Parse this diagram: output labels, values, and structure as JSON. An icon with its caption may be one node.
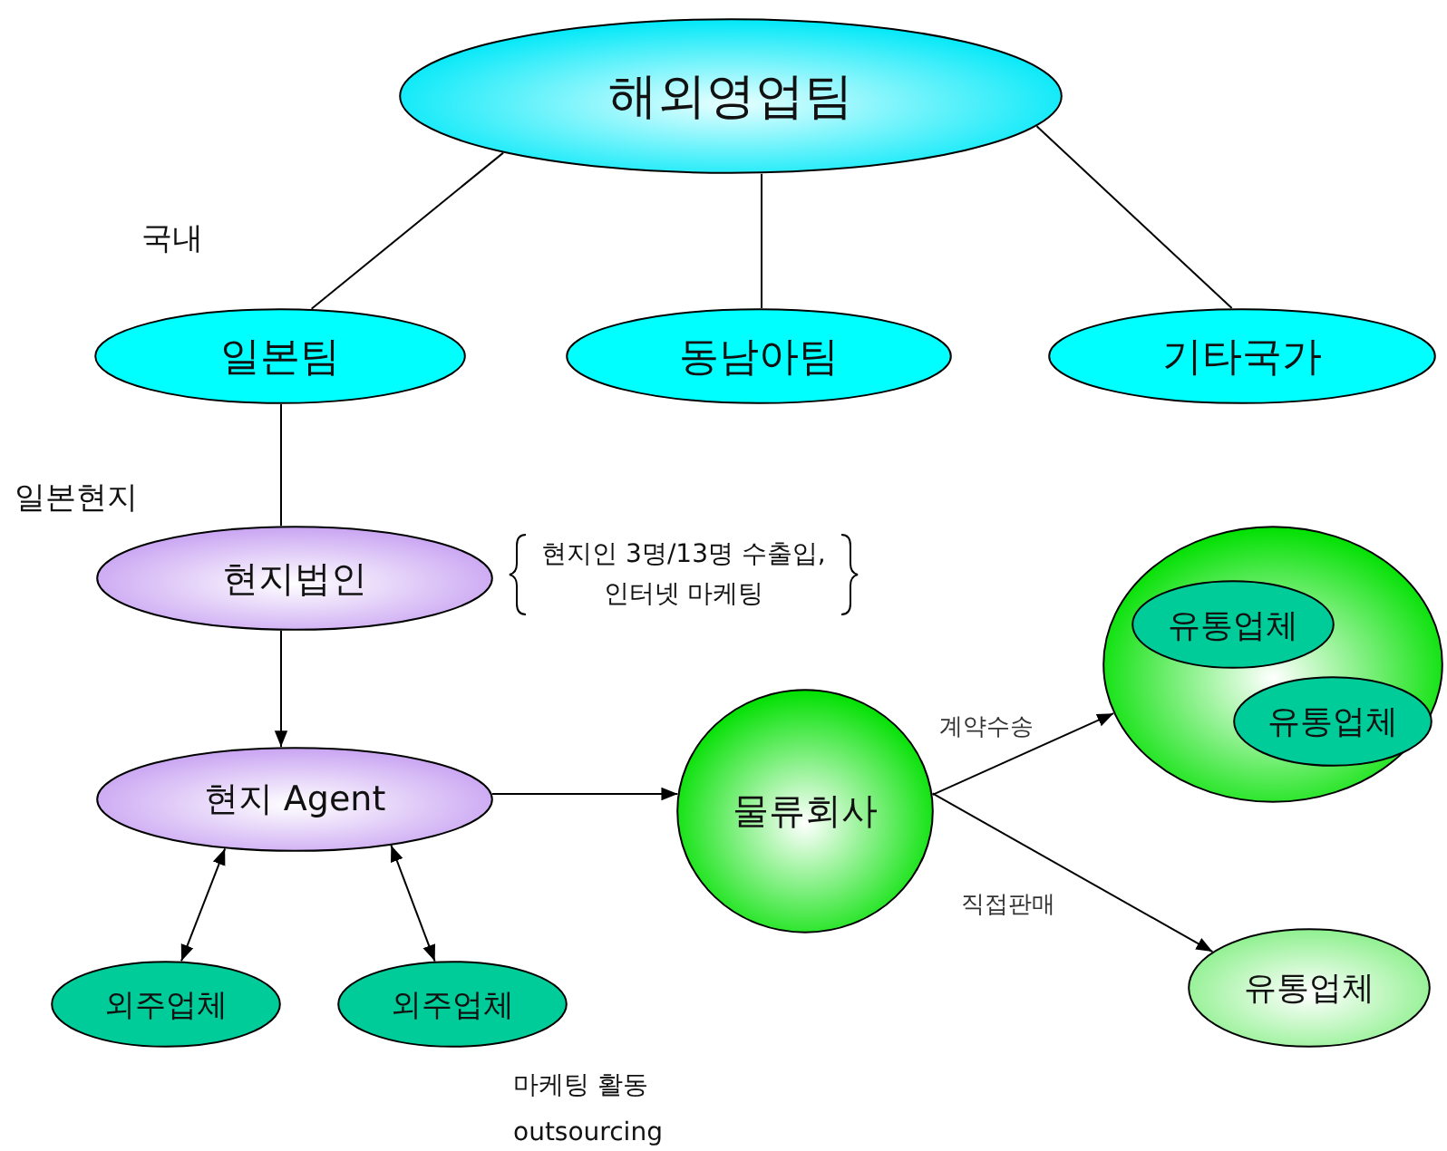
{
  "diagram": {
    "nodes": [
      {
        "text": [
          "해외영업팀"
        ]
      },
      {
        "text": [
          "일본팀"
        ]
      },
      {
        "text": [
          "동남아팀"
        ]
      },
      {
        "text": [
          "기타국가"
        ]
      },
      {
        "text": [
          "현지법인"
        ],
        "beside": [
          "현지인 3명/13명 수출입, 인터넷 마케팅"
        ]
      },
      {
        "text": [
          "현지 Agent"
        ]
      },
      {
        "text": [
          "물류회사"
        ]
      },
      {
        "text": [],
        "shape": "circle"
      },
      {
        "text": [
          "유통업체"
        ],
        "in": 7
      },
      {
        "text": [
          "유통업체"
        ],
        "in": 7
      },
      {
        "text": [
          "유통업체"
        ]
      },
      {
        "text": [
          "외주업체"
        ]
      },
      {
        "text": [
          "외주업체"
        ]
      }
    ],
    "edges": [
      {
        "from": 0,
        "to": 1,
        "arrow": "none"
      },
      {
        "from": 0,
        "to": 2,
        "arrow": "none"
      },
      {
        "from": 0,
        "to": 3,
        "arrow": "none"
      },
      {
        "from": 1,
        "to": 4,
        "arrow": "none"
      },
      {
        "from": 4,
        "to": 5,
        "arrow": "to"
      },
      {
        "from": 5,
        "to": 6,
        "arrow": "to"
      },
      {
        "from": 6,
        "to": 7,
        "arrow": "to",
        "label": "계약수송"
      },
      {
        "from": 6,
        "to": 10,
        "arrow": "to",
        "label": "직접판매"
      },
      {
        "from": 5,
        "to": 11,
        "arrow": "both"
      },
      {
        "from": 5,
        "to": 12,
        "arrow": "both"
      }
    ],
    "labels": [
      "국내",
      "일본현지",
      "마케팅 활동",
      "outsourcing"
    ]
  }
}
